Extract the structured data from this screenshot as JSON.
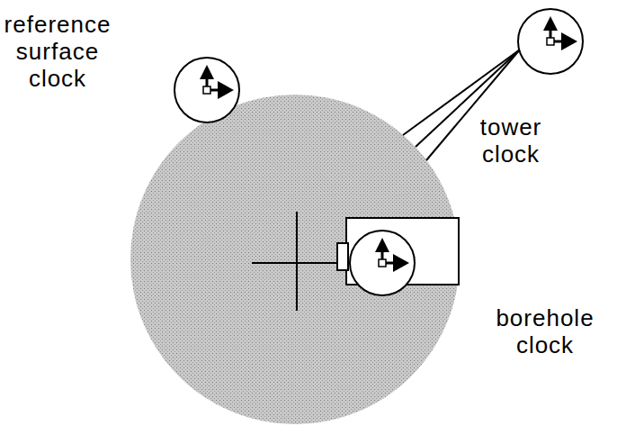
{
  "diagram": {
    "labels": [
      "reference surface clock",
      "tower clock",
      "borehole clock"
    ]
  }
}
